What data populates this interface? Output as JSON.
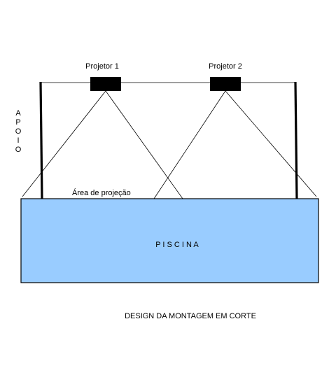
{
  "projectors": [
    {
      "label": "Projetor 1"
    },
    {
      "label": "Projetor 2"
    }
  ],
  "support_label": [
    "A",
    "P",
    "O",
    "I",
    "O"
  ],
  "projection_area_label": "Área de projeção",
  "pool_label": "P I S C I N A",
  "caption": "DESIGN DA MONTAGEM EM CORTE",
  "colors": {
    "pool_fill": "#99CCFF",
    "stroke": "#000000",
    "projector_fill": "#000000"
  }
}
